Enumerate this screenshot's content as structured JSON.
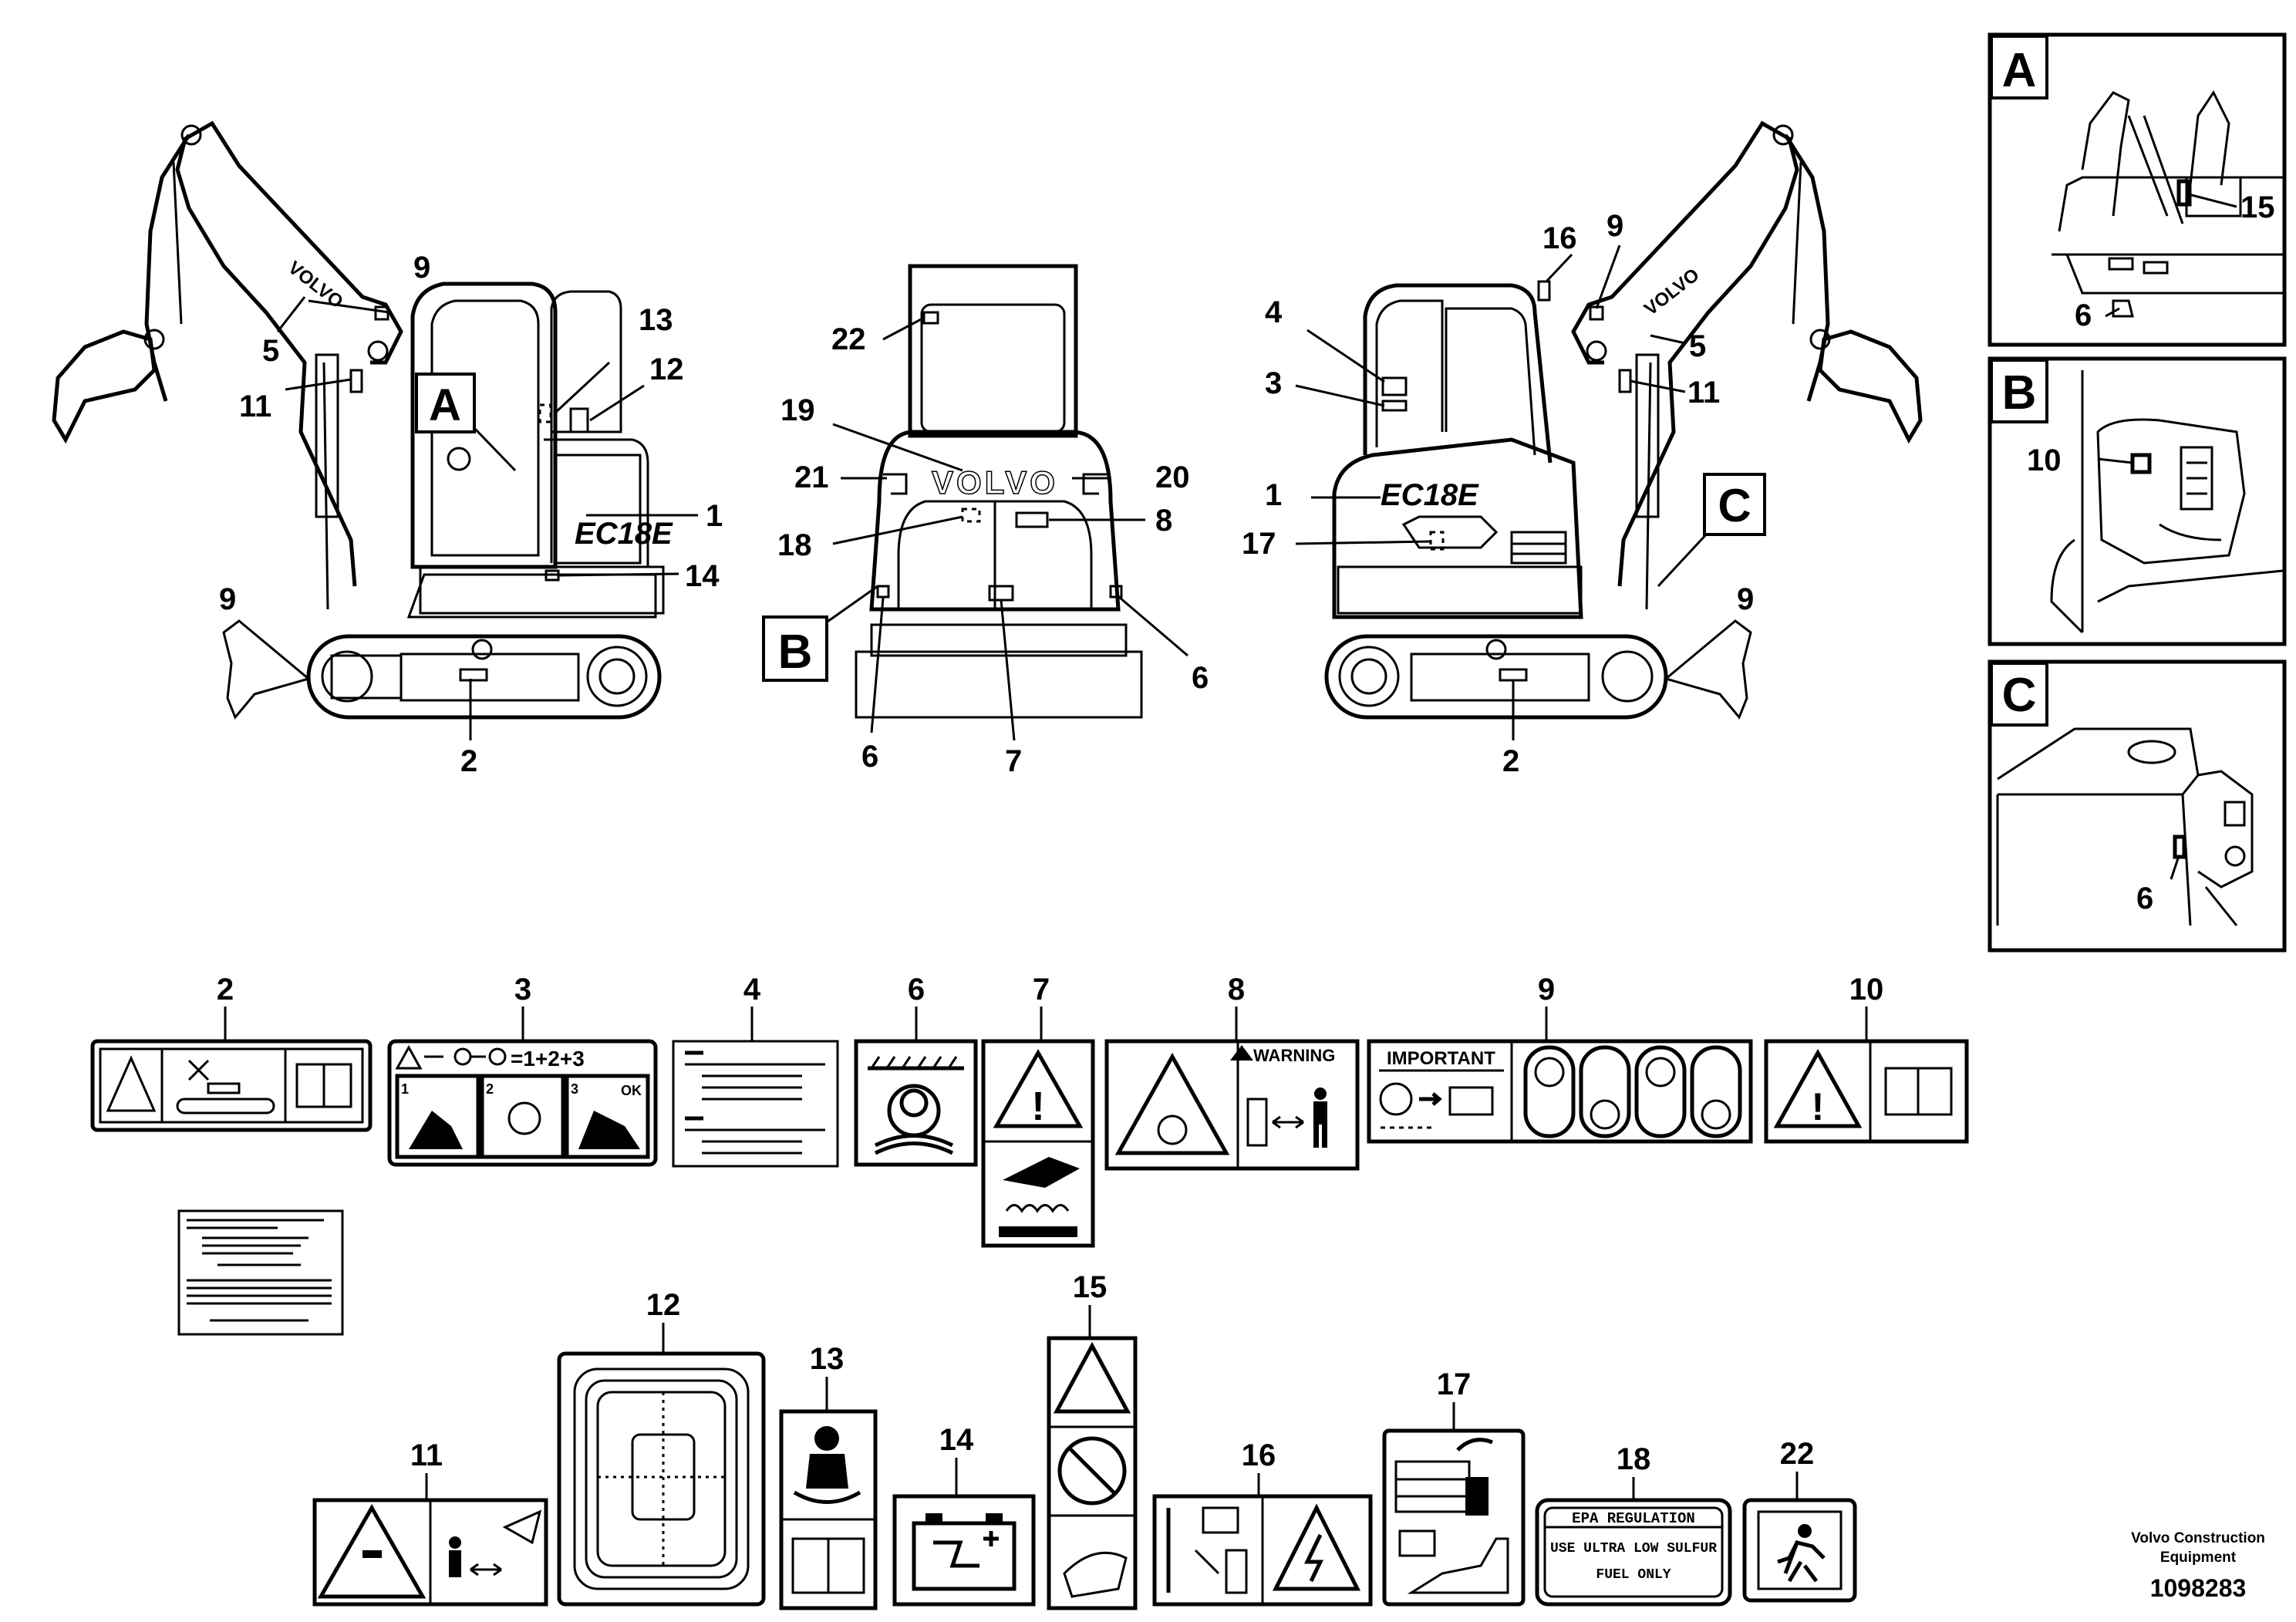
{
  "callouts": {
    "view_a": "A",
    "view_b": "B",
    "view_c": "C",
    "n1": "1",
    "n2": "2",
    "n3": "3",
    "n4": "4",
    "n5": "5",
    "n6": "6",
    "n7": "7",
    "n8": "8",
    "n9": "9",
    "n10": "10",
    "n11": "11",
    "n12": "12",
    "n13": "13",
    "n14": "14",
    "n15": "15",
    "n16": "16",
    "n17": "17",
    "n18": "18",
    "n19": "19",
    "n20": "20",
    "n21": "21",
    "n22": "22"
  },
  "machine": {
    "brand": "VOLVO",
    "model": "EC18E"
  },
  "decals": {
    "d3_formula": "=1+2+3",
    "d3_step1": "1",
    "d3_step2": "2",
    "d3_step3": "3",
    "d3_ok": "OK",
    "d8_warning": "WARNING",
    "d9_important": "IMPORTANT",
    "d18_line1": "EPA REGULATION",
    "d18_line2": "USE ULTRA LOW SULFUR",
    "d18_line3": "FUEL ONLY"
  },
  "footer": {
    "company_line1": "Volvo Construction",
    "company_line2": "Equipment",
    "drawing_number": "1098283"
  }
}
